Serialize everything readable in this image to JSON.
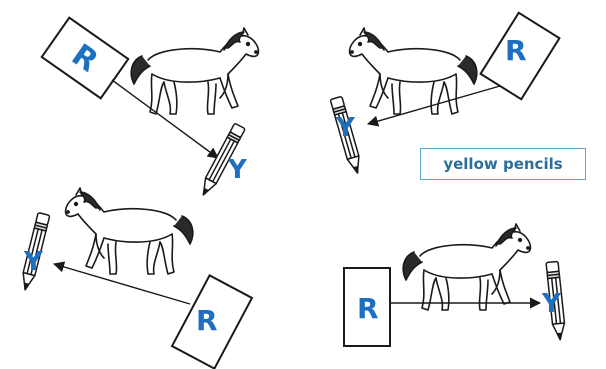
{
  "colors": {
    "letter": "#1f6fc0",
    "line": "#1a1a1a",
    "tag_border": "#5aa7d6",
    "tag_text": "#2c6e9a"
  },
  "panels": [
    {
      "id": "top-left",
      "source": "R",
      "target": "Y"
    },
    {
      "id": "top-right",
      "source": "R",
      "target": "Y"
    },
    {
      "id": "bottom-left",
      "source": "R",
      "target": "Y"
    },
    {
      "id": "bottom-right",
      "source": "R",
      "target": "Y"
    }
  ],
  "label": {
    "text": "yellow pencils"
  },
  "icons": [
    "horse-icon",
    "pencil-icon",
    "card-icon",
    "arrow-icon"
  ]
}
